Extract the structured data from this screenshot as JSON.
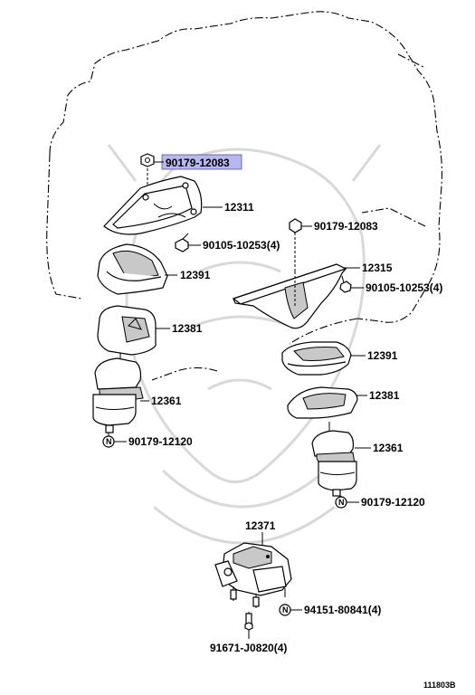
{
  "labels": {
    "l_12311": "12311",
    "l_12315": "12315",
    "l_12391a": "12391",
    "l_12391b": "12391",
    "l_12381a": "12381",
    "l_12381b": "12381",
    "l_12361a": "12361",
    "l_12361b": "12361",
    "l_12371": "12371",
    "l_90179_12083a": "90179-12083",
    "l_90179_12083b": "90179-12083",
    "l_90105_a": "90105-10253(4)",
    "l_90105_b": "90105-10253(4)",
    "l_90179_12120a": "90179-12120",
    "l_90179_12120b": "90179-12120",
    "l_94151": "94151-80841(4)",
    "l_91671": "91671-J0820(4)",
    "fig_code": "111803B"
  },
  "circle_symbol": "N",
  "colors": {
    "highlight": "#b8b8f0",
    "ink": "#000000",
    "watermark": "#d9d9d9"
  }
}
